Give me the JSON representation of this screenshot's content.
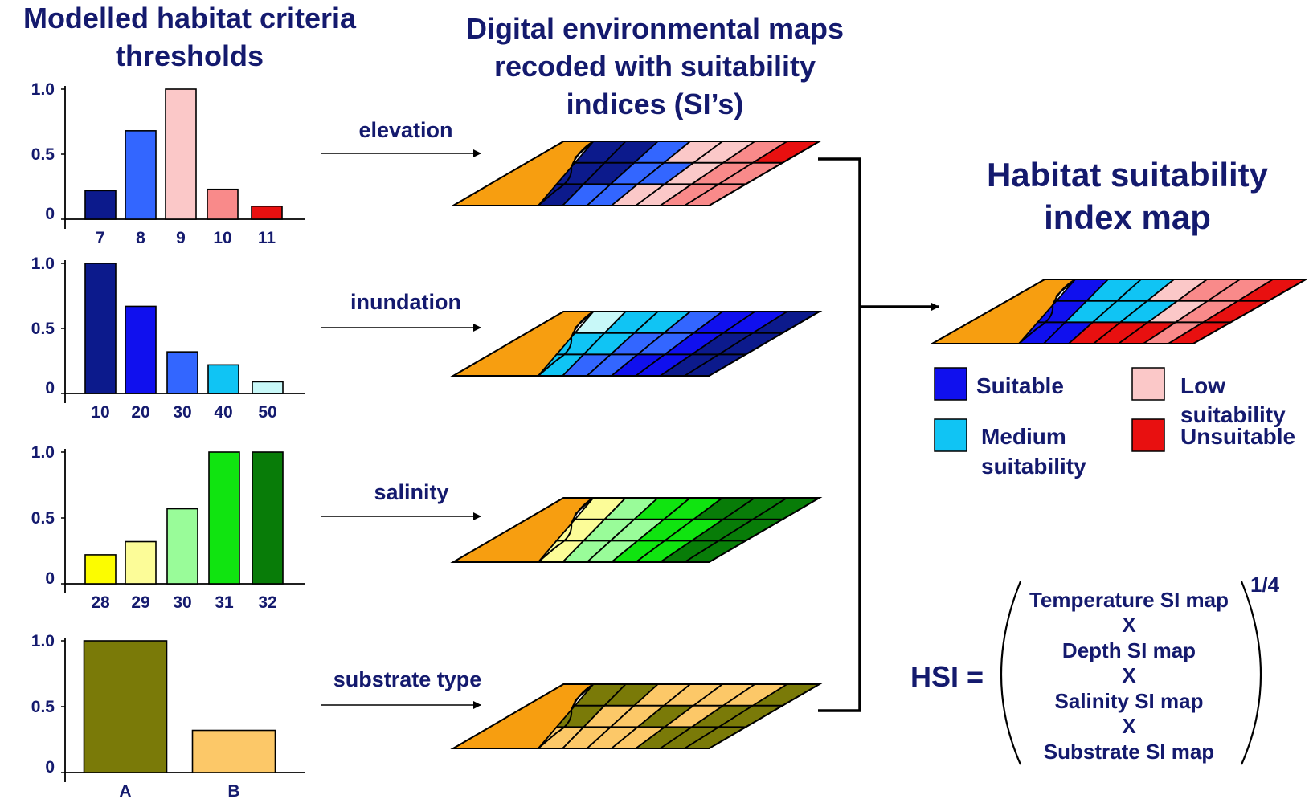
{
  "headings": {
    "left_line1": "Modelled habitat criteria",
    "left_line2": "thresholds",
    "middle_line1": "Digital environmental maps",
    "middle_line2": "recoded with suitability",
    "middle_line3": "indices (SI’s)",
    "right_line1": "Habitat suitability",
    "right_line2": "index map"
  },
  "arrow_labels": [
    "elevation",
    "inundation",
    "salinity",
    "substrate type"
  ],
  "chart_data": [
    {
      "type": "bar",
      "categories": [
        "7",
        "8",
        "9",
        "10",
        "11"
      ],
      "values": [
        0.22,
        0.68,
        1.0,
        0.23,
        0.1
      ],
      "colors": [
        "#0c1a8c",
        "#3366ff",
        "#fbc8c8",
        "#f98a8a",
        "#e81010"
      ],
      "ylim": [
        0,
        1.0
      ],
      "yticks": [
        "1.0",
        "0.5",
        "0"
      ]
    },
    {
      "type": "bar",
      "categories": [
        "10",
        "20",
        "30",
        "40",
        "50"
      ],
      "values": [
        1.0,
        0.67,
        0.32,
        0.22,
        0.09
      ],
      "colors": [
        "#0c1a8c",
        "#1010ee",
        "#3366ff",
        "#10c4f4",
        "#c8f8f8"
      ],
      "ylim": [
        0,
        1.0
      ],
      "yticks": [
        "1.0",
        "0.5",
        "0"
      ]
    },
    {
      "type": "bar",
      "categories": [
        "28",
        "29",
        "30",
        "31",
        "32"
      ],
      "values": [
        0.22,
        0.32,
        0.57,
        1.0,
        1.0
      ],
      "colors": [
        "#fcfc00",
        "#fcfc98",
        "#99fc99",
        "#10e410",
        "#087c08"
      ],
      "ylim": [
        0,
        1.0
      ],
      "yticks": [
        "1.0",
        "0.5",
        "0"
      ]
    },
    {
      "type": "bar",
      "categories": [
        "A",
        "B"
      ],
      "values": [
        1.0,
        0.32
      ],
      "colors": [
        "#7a7a08",
        "#fcc868"
      ],
      "ylim": [
        0,
        1.0
      ],
      "yticks": [
        "1.0",
        "0.5",
        "0"
      ]
    }
  ],
  "maps": [
    {
      "name": "elevation",
      "land_color": "#f79e10",
      "rows": [
        [
          "#0c1a8c",
          "#0c1a8c",
          "#3366ff",
          "#fbc8c8",
          "#fbc8c8",
          "#f98a8a",
          "#e81010"
        ],
        [
          "#0c1a8c",
          "#0c1a8c",
          "#3366ff",
          "#3366ff",
          "#fbc8c8",
          "#f98a8a",
          "#f98a8a"
        ],
        [
          "#0c1a8c",
          "#3366ff",
          "#3366ff",
          "#fbc8c8",
          "#fbc8c8",
          "#f98a8a",
          "#f98a8a"
        ]
      ]
    },
    {
      "name": "inundation",
      "land_color": "#f79e10",
      "rows": [
        [
          "#c8f8f8",
          "#10c4f4",
          "#10c4f4",
          "#3366ff",
          "#1010ee",
          "#1010ee",
          "#0c1a8c"
        ],
        [
          "#10c4f4",
          "#10c4f4",
          "#3366ff",
          "#3366ff",
          "#1010ee",
          "#0c1a8c",
          "#0c1a8c"
        ],
        [
          "#10c4f4",
          "#3366ff",
          "#3366ff",
          "#1010ee",
          "#1010ee",
          "#0c1a8c",
          "#0c1a8c"
        ]
      ]
    },
    {
      "name": "salinity",
      "land_color": "#f79e10",
      "rows": [
        [
          "#fcfc98",
          "#99fc99",
          "#10e410",
          "#10e410",
          "#087c08",
          "#087c08",
          "#087c08"
        ],
        [
          "#fcfc98",
          "#99fc99",
          "#99fc99",
          "#10e410",
          "#10e410",
          "#087c08",
          "#087c08"
        ],
        [
          "#fcfc98",
          "#99fc99",
          "#99fc99",
          "#10e410",
          "#10e410",
          "#087c08",
          "#087c08"
        ]
      ]
    },
    {
      "name": "substrate type",
      "land_color": "#f79e10",
      "rows": [
        [
          "#7a7a08",
          "#7a7a08",
          "#fcc868",
          "#fcc868",
          "#fcc868",
          "#fcc868",
          "#7a7a08"
        ],
        [
          "#7a7a08",
          "#fcc868",
          "#fcc868",
          "#7a7a08",
          "#fcc868",
          "#7a7a08",
          "#7a7a08"
        ],
        [
          "#fcc868",
          "#fcc868",
          "#fcc868",
          "#fcc868",
          "#7a7a08",
          "#7a7a08",
          "#7a7a08"
        ]
      ]
    },
    {
      "name": "hsi",
      "land_color": "#f79e10",
      "rows": [
        [
          "#1010ee",
          "#10c4f4",
          "#10c4f4",
          "#fbc8c8",
          "#f98a8a",
          "#f98a8a",
          "#e81010"
        ],
        [
          "#1010ee",
          "#10c4f4",
          "#10c4f4",
          "#10c4f4",
          "#fbc8c8",
          "#f98a8a",
          "#e81010"
        ],
        [
          "#1010ee",
          "#1010ee",
          "#e81010",
          "#e81010",
          "#e81010",
          "#f98a8a",
          "#e81010"
        ]
      ]
    }
  ],
  "legend": [
    {
      "color": "#1010ee",
      "line1": "Suitable",
      "line2": ""
    },
    {
      "color": "#10c4f4",
      "line1": "Medium",
      "line2": "suitability"
    },
    {
      "color": "#fbc8c8",
      "line1": "Low",
      "line2": "suitability"
    },
    {
      "color": "#e81010",
      "line1": "Unsuitable",
      "line2": ""
    }
  ],
  "formula": {
    "lhs": "HSI =",
    "exponent": "1/4",
    "terms": [
      "Temperature SI map",
      "X",
      "Depth SI map",
      "X",
      "Salinity SI map",
      "X",
      "Substrate SI map"
    ]
  }
}
